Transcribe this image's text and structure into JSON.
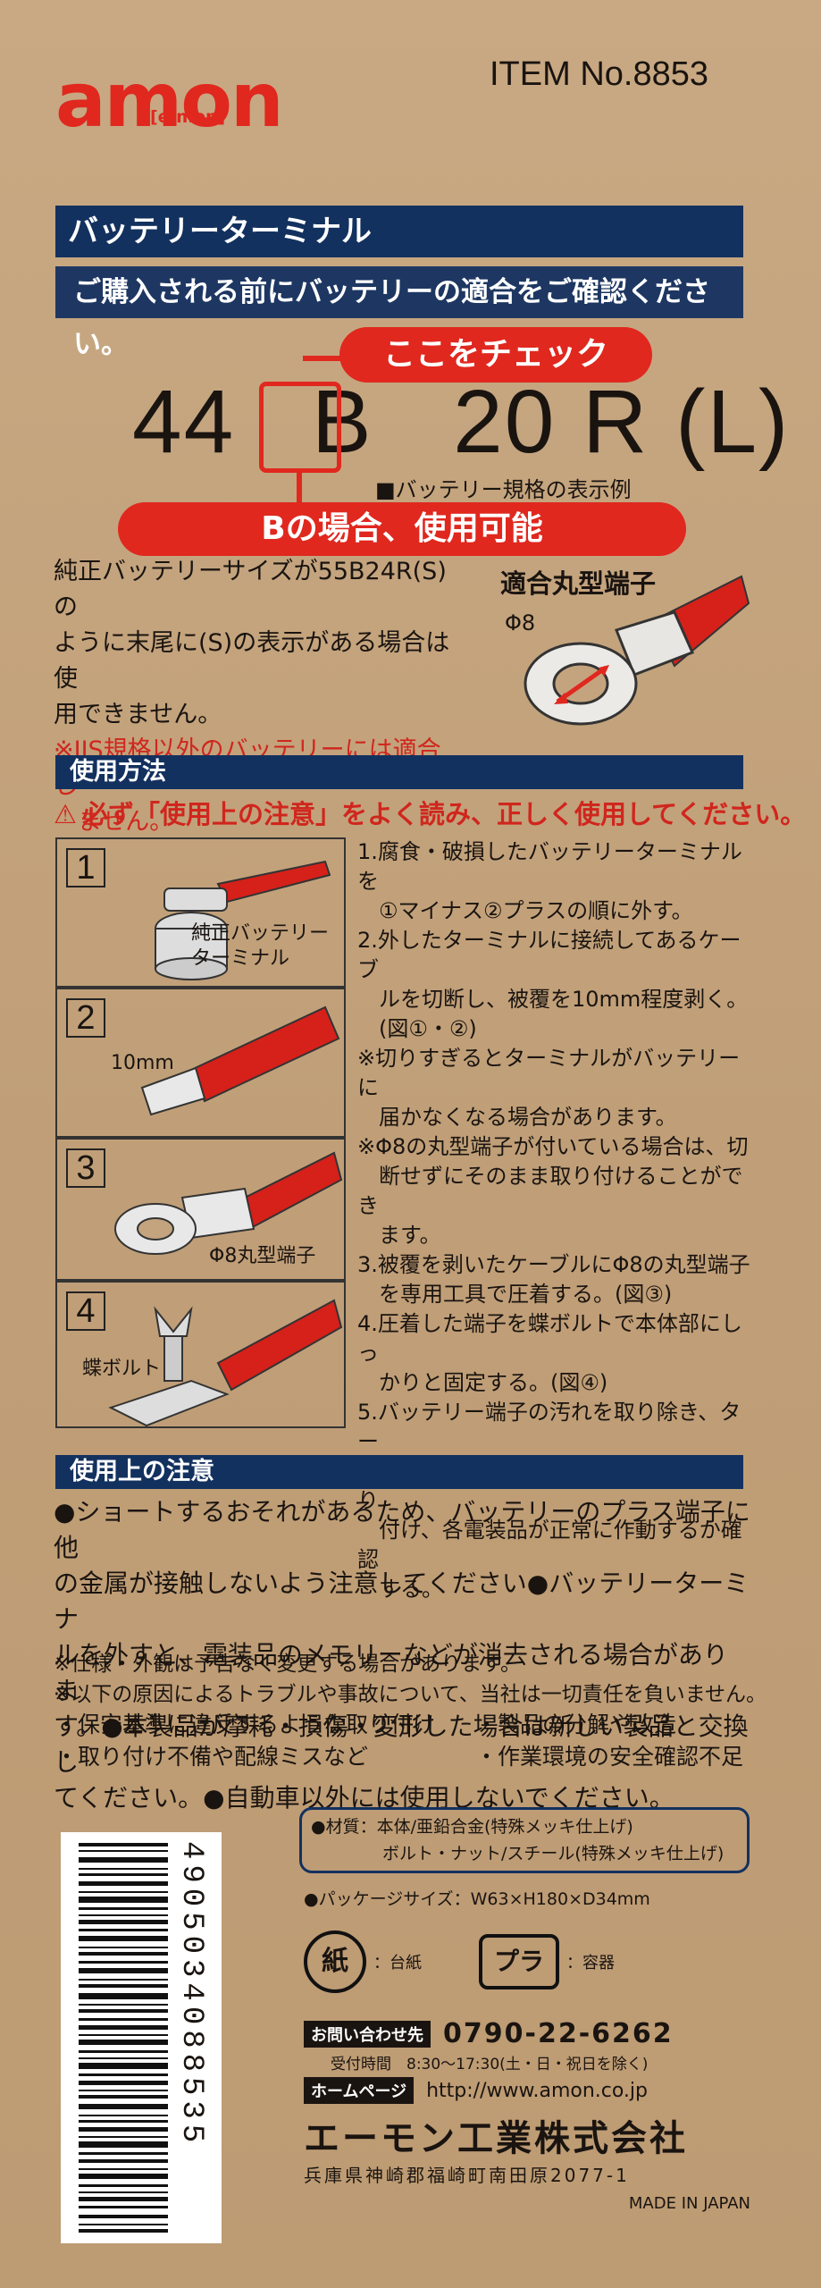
{
  "header": {
    "logo_text": "amon",
    "logo_sub": "[é:mon]",
    "item_no": "ITEM No.8853"
  },
  "product": {
    "title": "バッテリーターミナル",
    "subtitle": "ご購入される前にバッテリーの適合をご確認ください。",
    "check_label": "ここをチェック",
    "spec_parts": [
      "44",
      "B",
      "20 R (L)"
    ],
    "spec_note": "■バッテリー規格の表示例",
    "ok_label": "Bの場合、使用可能",
    "desc_lines": [
      "純正バッテリーサイズが55B24R(S)の",
      "ように末尾に(S)の表示がある場合は使",
      "用できません。"
    ],
    "desc_red_lines": [
      "※JIS規格以外のバッテリーには適合し",
      "　ません。"
    ],
    "terminal_title": "適合丸型端子",
    "terminal_size": "Φ8"
  },
  "usage": {
    "title": "使用方法",
    "warning": "必ず「使用上の注意」をよく読み、正しく使用してください。",
    "figures": [
      {
        "num": "1",
        "label": "純正バッテリー\nターミナル"
      },
      {
        "num": "2",
        "label": "10mm"
      },
      {
        "num": "3",
        "label": "Φ8丸型端子"
      },
      {
        "num": "4",
        "label": "蝶ボルト"
      }
    ],
    "steps": [
      "1.腐食・破損したバッテリーターミナルを\n　①マイナス②プラスの順に外す。",
      "2.外したターミナルに接続してあるケーブ\n　ルを切断し、被覆を10mm程度剥く。\n　(図①・②)",
      "※切りすぎるとターミナルがバッテリーに\n　届かなくなる場合があります。",
      "※Φ8の丸型端子が付いている場合は、切\n　断せずにそのまま取り付けることができ\n　ます。",
      "3.被覆を剥いたケーブルにΦ8の丸型端子\n　を専用工具で圧着する。(図③)",
      "4.圧着した端子を蝶ボルトで本体部にしっ\n　かりと固定する。(図④)",
      "5.バッテリー端子の汚れを取り除き、ター\n　ミナルを①プラス②マイナスの順に取り\n　付け、各電装品が正常に作動するか確認\n　する。"
    ]
  },
  "caution": {
    "title": "使用上の注意",
    "text_lines": [
      "●ショートするおそれがあるため、バッテリーのプラス端子に他",
      "の金属が接触しないよう注意してください●バッテリーターミナ",
      "ルを外すと、電装品のメモリーなどが消去される場合がありま",
      "す。●本製品が摩耗・損傷・変形した場合は新しい製品と交換し",
      "てください。●自動車以外には使用しないでください。"
    ],
    "notes": [
      "※仕様・外観は予告なく変更する場合があります。",
      "※以下の原因によるトラブルや事故について、当社は一切責任を負いません。"
    ],
    "grid": [
      "・保安基準に違反するような取り付け",
      "・製品の分解や改造",
      "・取り付け不備や配線ミスなど",
      "・作業環境の安全確認不足"
    ]
  },
  "footer": {
    "barcode_number": "4905034088535",
    "materials_1": "●材質：本体/亜鉛合金(特殊メッキ仕上げ)",
    "materials_2": "ボルト・ナット/スチール(特殊メッキ仕上げ)",
    "package": "●パッケージサイズ：W63×H180×D34mm",
    "recycle_paper_mark": "紙",
    "recycle_paper": "：台紙",
    "recycle_plastic_mark": "プラ",
    "recycle_plastic": "：容器",
    "contact_label": "お問い合わせ先",
    "phone": "0790-22-6262",
    "hours": "受付時間　8:30〜17:30(土・日・祝日を除く)",
    "homepage_label": "ホームページ",
    "url": "http://www.amon.co.jp",
    "company": "エーモン工業株式会社",
    "address": "兵庫県神崎郡福崎町南田原2077-1",
    "made_in": "MADE IN JAPAN"
  },
  "colors": {
    "accent_red": "#e0281f",
    "navy": "#13315f",
    "background": "#c4a47e"
  }
}
